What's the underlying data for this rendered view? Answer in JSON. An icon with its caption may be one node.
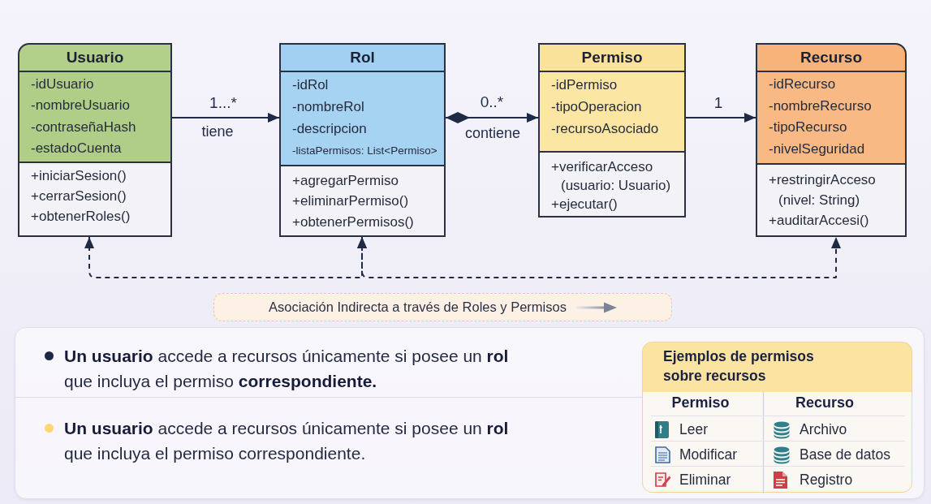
{
  "diagram": {
    "nodes": [
      {
        "text": [
          "Usuario"
        ]
      },
      {
        "text": [
          "-idUsuario",
          "-nombreUsuario",
          "-contraseñaHash",
          "-estadoCuenta"
        ],
        "in": 0
      },
      {
        "text": [
          "+iniciarSesion()",
          "+cerrarSesion()",
          "+obtenerRoles()"
        ],
        "in": 0
      },
      {
        "text": [
          "Rol"
        ]
      },
      {
        "text": [
          "-idRol",
          "-nombreRol",
          "-descripcion",
          "-listaPermisos: List<Permiso>"
        ],
        "in": 3
      },
      {
        "text": [
          "+agregarPermiso",
          "+eliminarPermiso()",
          "+obtenerPermisos()"
        ],
        "in": 3
      },
      {
        "text": [
          "Permiso"
        ]
      },
      {
        "text": [
          "-idPermiso",
          "-tipoOperacion",
          "-recursoAsociado"
        ],
        "in": 6
      },
      {
        "text": [
          "+verificarAcceso (usuario: Usuario)",
          "+ejecutar()"
        ],
        "in": 6
      },
      {
        "text": [
          "Recurso"
        ]
      },
      {
        "text": [
          "-idRecurso",
          "-nombreRecurso",
          "-tipoRecurso",
          "-nivelSeguridad"
        ],
        "in": 9
      },
      {
        "text": [
          "+restringirAcceso (nivel: String)",
          "+auditarAccesi()"
        ],
        "in": 9
      },
      {
        "text": [
          "Asociación Indirecta a través de Roles y Permisos"
        ]
      },
      {
        "text": [
          "**Un usuario** accede a recursos únicamente si posee un **rol** que incluya el permiso **correspondiente.**",
          "**Un usuario** accede a recursos únicamente si posee un **rol** que incluya el permiso correspondiente."
        ]
      },
      {
        "text": [
          "Ejemplos de permisos sobre recursos",
          "Permiso",
          "Recurso",
          "Leer",
          "Archivo",
          "Modificar",
          "Base de datos",
          "Eliminar",
          "Registro"
        ],
        "in": 13
      }
    ],
    "edges": [
      {
        "from": 0,
        "to": 3,
        "arrow": "to",
        "label": "tiene"
      },
      {
        "from": 3,
        "to": 6,
        "arrow": "to",
        "label": "contiene"
      },
      {
        "from": 6,
        "to": 9,
        "arrow": "to"
      },
      {
        "from": 0,
        "to": 3,
        "arrow": "both",
        "style": "dashed"
      },
      {
        "from": 3,
        "to": 9,
        "arrow": "both",
        "style": "dashed"
      }
    ],
    "labels": [
      "1...*",
      "0..*",
      "1"
    ]
  }
}
